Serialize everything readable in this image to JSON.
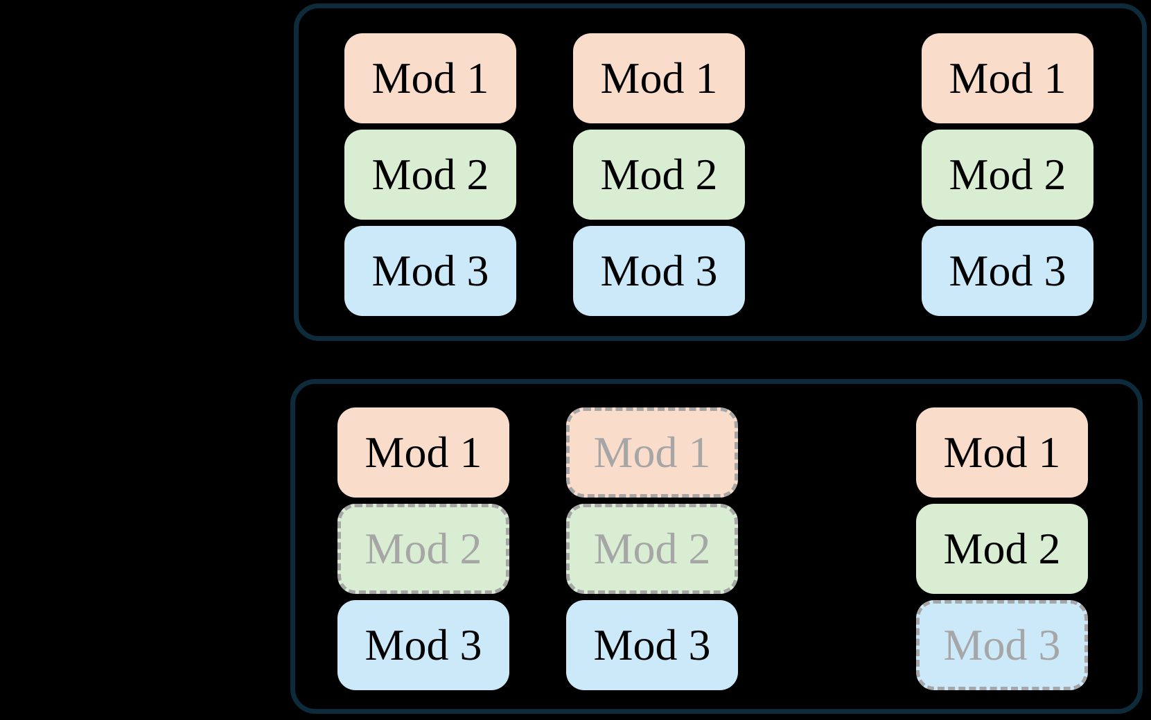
{
  "colors": {
    "background": "#000000",
    "panel_border": "#0e2b3b",
    "module_fills": {
      "mod1": "#fadcca",
      "mod2": "#d8edd2",
      "mod3": "#cbe9f9"
    },
    "frozen_border": "#a6a6a6",
    "frozen_text": "#a6a6a6",
    "active_text": "#000000"
  },
  "panels": [
    {
      "name": "top-panel",
      "columns": [
        {
          "modules": [
            {
              "label": "Mod 1",
              "state": "active"
            },
            {
              "label": "Mod 2",
              "state": "active"
            },
            {
              "label": "Mod 3",
              "state": "active"
            }
          ]
        },
        {
          "modules": [
            {
              "label": "Mod 1",
              "state": "active"
            },
            {
              "label": "Mod 2",
              "state": "active"
            },
            {
              "label": "Mod 3",
              "state": "active"
            }
          ]
        },
        {
          "modules": [
            {
              "label": "Mod 1",
              "state": "active"
            },
            {
              "label": "Mod 2",
              "state": "active"
            },
            {
              "label": "Mod 3",
              "state": "active"
            }
          ]
        }
      ]
    },
    {
      "name": "bottom-panel",
      "columns": [
        {
          "modules": [
            {
              "label": "Mod 1",
              "state": "active"
            },
            {
              "label": "Mod 2",
              "state": "frozen"
            },
            {
              "label": "Mod 3",
              "state": "active"
            }
          ]
        },
        {
          "modules": [
            {
              "label": "Mod 1",
              "state": "frozen"
            },
            {
              "label": "Mod 2",
              "state": "frozen"
            },
            {
              "label": "Mod 3",
              "state": "active"
            }
          ]
        },
        {
          "modules": [
            {
              "label": "Mod 1",
              "state": "active"
            },
            {
              "label": "Mod 2",
              "state": "active"
            },
            {
              "label": "Mod 3",
              "state": "frozen"
            }
          ]
        }
      ]
    }
  ]
}
